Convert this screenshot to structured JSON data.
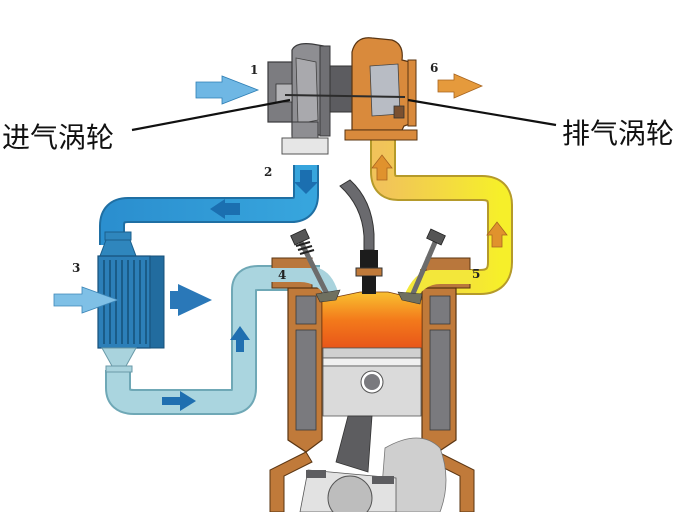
{
  "labels": {
    "intake_turbine": "进气涡轮",
    "exhaust_turbine": "排气涡轮"
  },
  "callouts": {
    "n1": "1",
    "n2": "2",
    "n3": "3",
    "n4": "4",
    "n5": "5",
    "n6": "6"
  },
  "colors": {
    "background": "#ffffff",
    "cold_air_blue": "#2f9ad6",
    "cooled_air_light_blue": "#a8d4de",
    "intercooler_blue": "#2a7fb6",
    "exhaust_yellow": "#f2e531",
    "exhaust_orange": "#e0922d",
    "turbine_gray": "#8a8a8c",
    "engine_block_brown": "#c07a3a",
    "combustion_orange": "#f07a1a",
    "piston_gray": "#d8d8d8"
  },
  "flow": [
    {
      "id": 1,
      "desc": "intake air into compressor"
    },
    {
      "id": 2,
      "desc": "compressed air out"
    },
    {
      "id": 3,
      "desc": "intercooler"
    },
    {
      "id": 4,
      "desc": "intake port"
    },
    {
      "id": 5,
      "desc": "exhaust port"
    },
    {
      "id": 6,
      "desc": "exhaust out"
    }
  ]
}
